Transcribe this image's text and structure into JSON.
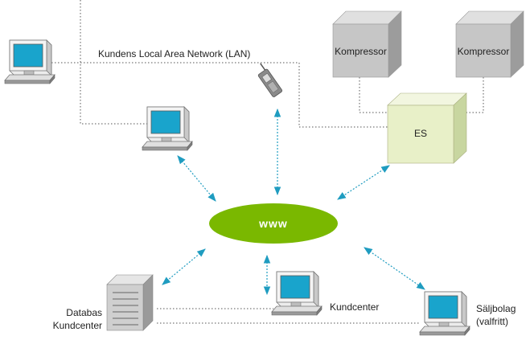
{
  "labels": {
    "lan": "Kundens Local Area Network (LAN)",
    "compressor_1": "Kompressor",
    "compressor_2": "Kompressor",
    "es": "ES",
    "www": "www",
    "database": [
      "Databas",
      "Kundcenter"
    ],
    "kundcenter": "Kundcenter",
    "saljbolag": [
      "Säljbolag",
      "(valfritt)"
    ]
  },
  "colors": {
    "arrow": "#1f9cc0",
    "www_fill": "#7ab800",
    "es_front": "#e8f0c8",
    "compressor_front": "#c6c6c6",
    "monitor_screen": "#19a4cc"
  }
}
